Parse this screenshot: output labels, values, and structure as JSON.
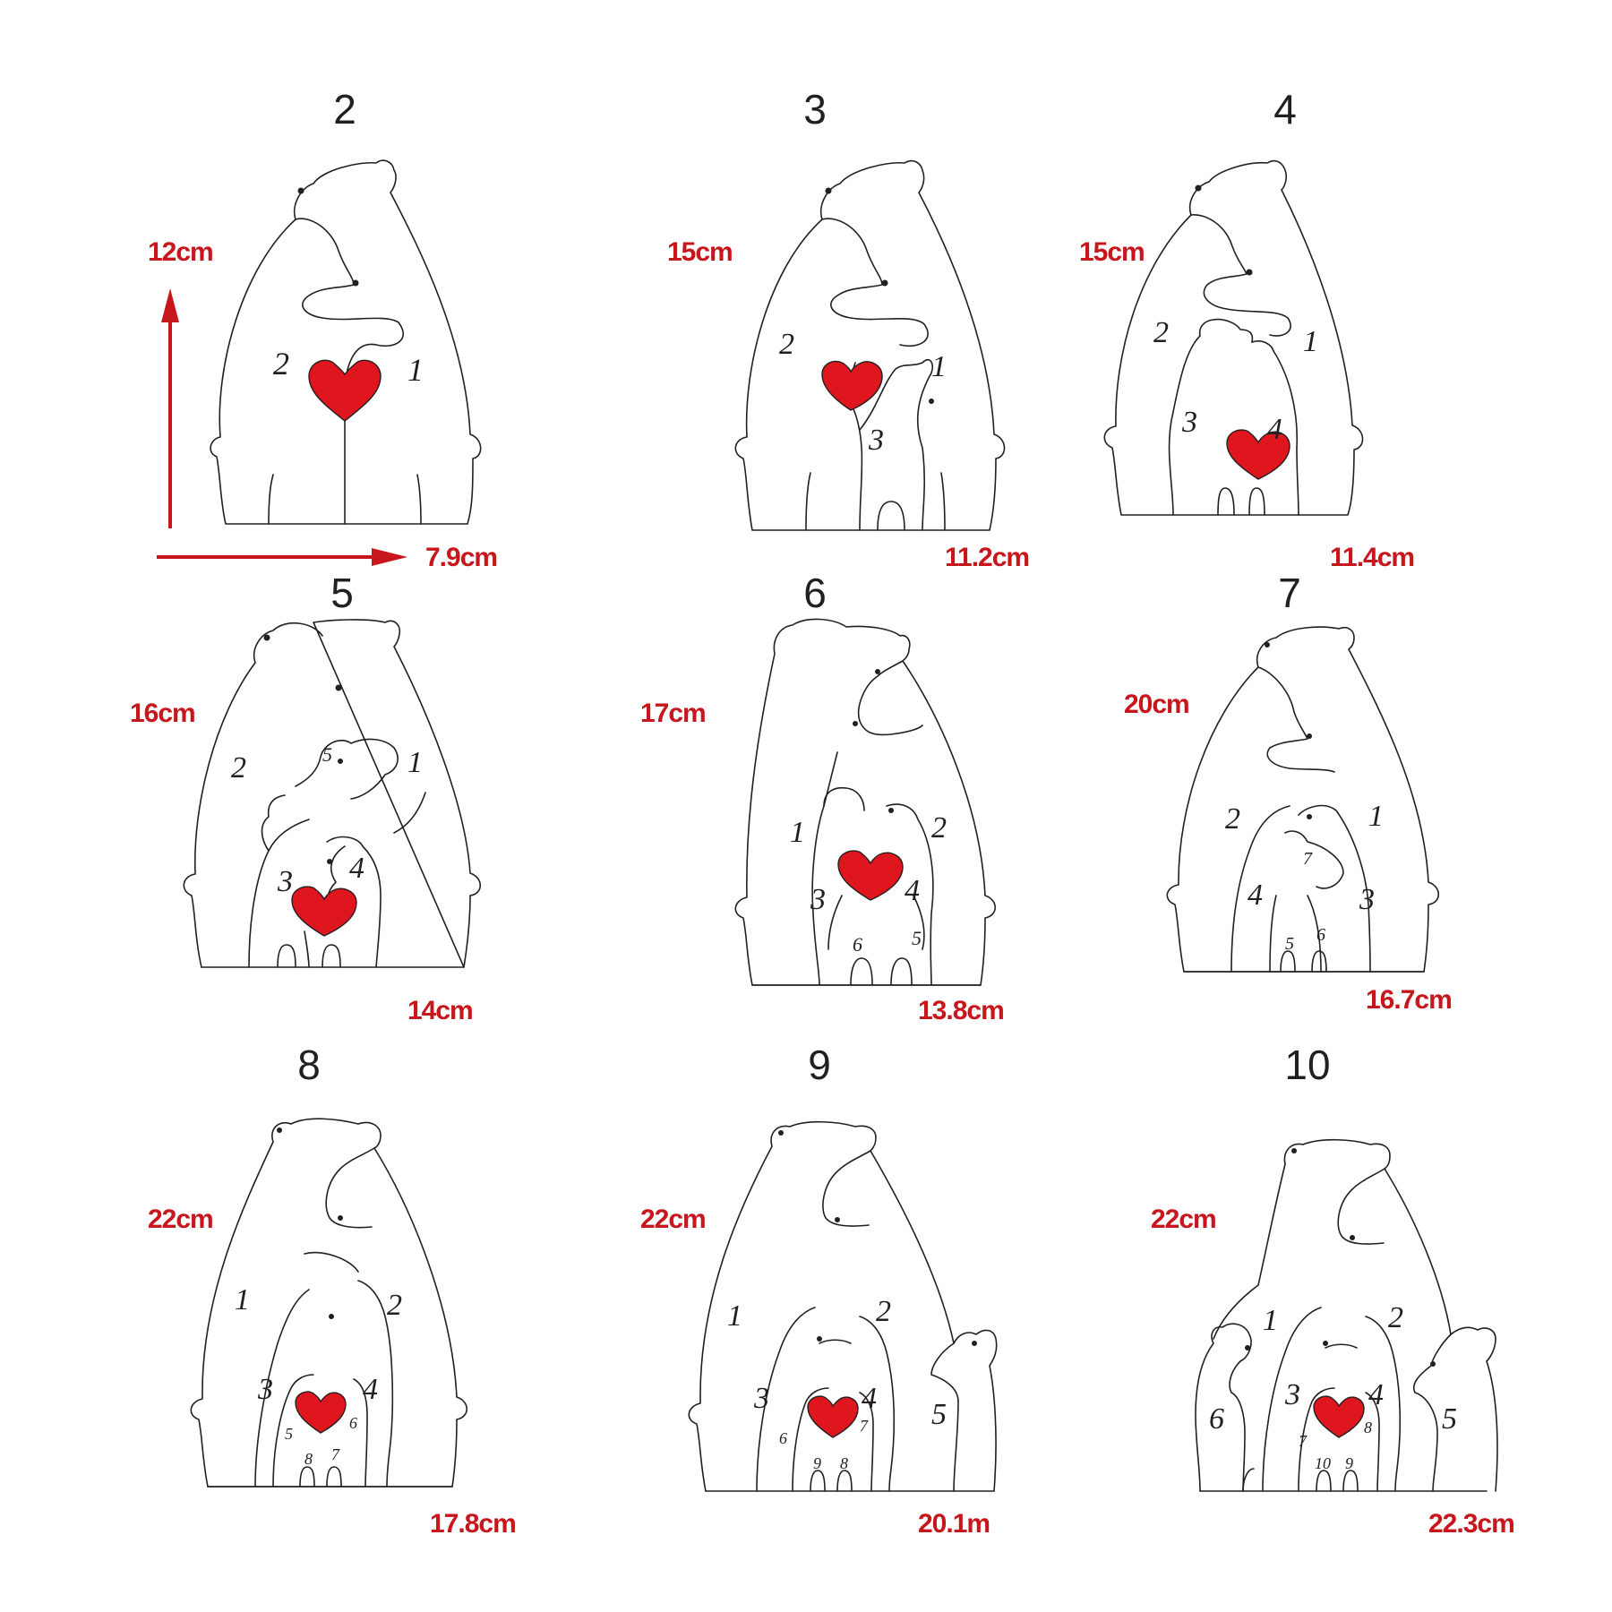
{
  "colors": {
    "ink": "#231f20",
    "accent": "#c8161d",
    "heart": "#e0161e"
  },
  "arrows": {
    "vertical": "arrow-up-icon",
    "horizontal": "arrow-right-icon"
  },
  "panels": [
    {
      "count": "2",
      "height": "12cm",
      "width": "7.9cm",
      "members": [
        "1",
        "2"
      ]
    },
    {
      "count": "3",
      "height": "15cm",
      "width": "11.2cm",
      "members": [
        "1",
        "2",
        "3"
      ]
    },
    {
      "count": "4",
      "height": "15cm",
      "width": "11.4cm",
      "members": [
        "1",
        "2",
        "3",
        "4"
      ]
    },
    {
      "count": "5",
      "height": "16cm",
      "width": "14cm",
      "members": [
        "1",
        "2",
        "3",
        "4",
        "5"
      ]
    },
    {
      "count": "6",
      "height": "17cm",
      "width": "13.8cm",
      "members": [
        "1",
        "2",
        "3",
        "4",
        "5",
        "6"
      ]
    },
    {
      "count": "7",
      "height": "20cm",
      "width": "16.7cm",
      "members": [
        "1",
        "2",
        "3",
        "4",
        "5",
        "6",
        "7"
      ]
    },
    {
      "count": "8",
      "height": "22cm",
      "width": "17.8cm",
      "members": [
        "1",
        "2",
        "3",
        "4",
        "5",
        "6",
        "7",
        "8"
      ]
    },
    {
      "count": "9",
      "height": "22cm",
      "width": "20.1m",
      "members": [
        "1",
        "2",
        "3",
        "4",
        "5",
        "6",
        "7",
        "8",
        "9"
      ]
    },
    {
      "count": "10",
      "height": "22cm",
      "width": "22.3cm",
      "members": [
        "1",
        "2",
        "3",
        "4",
        "5",
        "6",
        "7",
        "8",
        "9",
        "10"
      ]
    }
  ]
}
